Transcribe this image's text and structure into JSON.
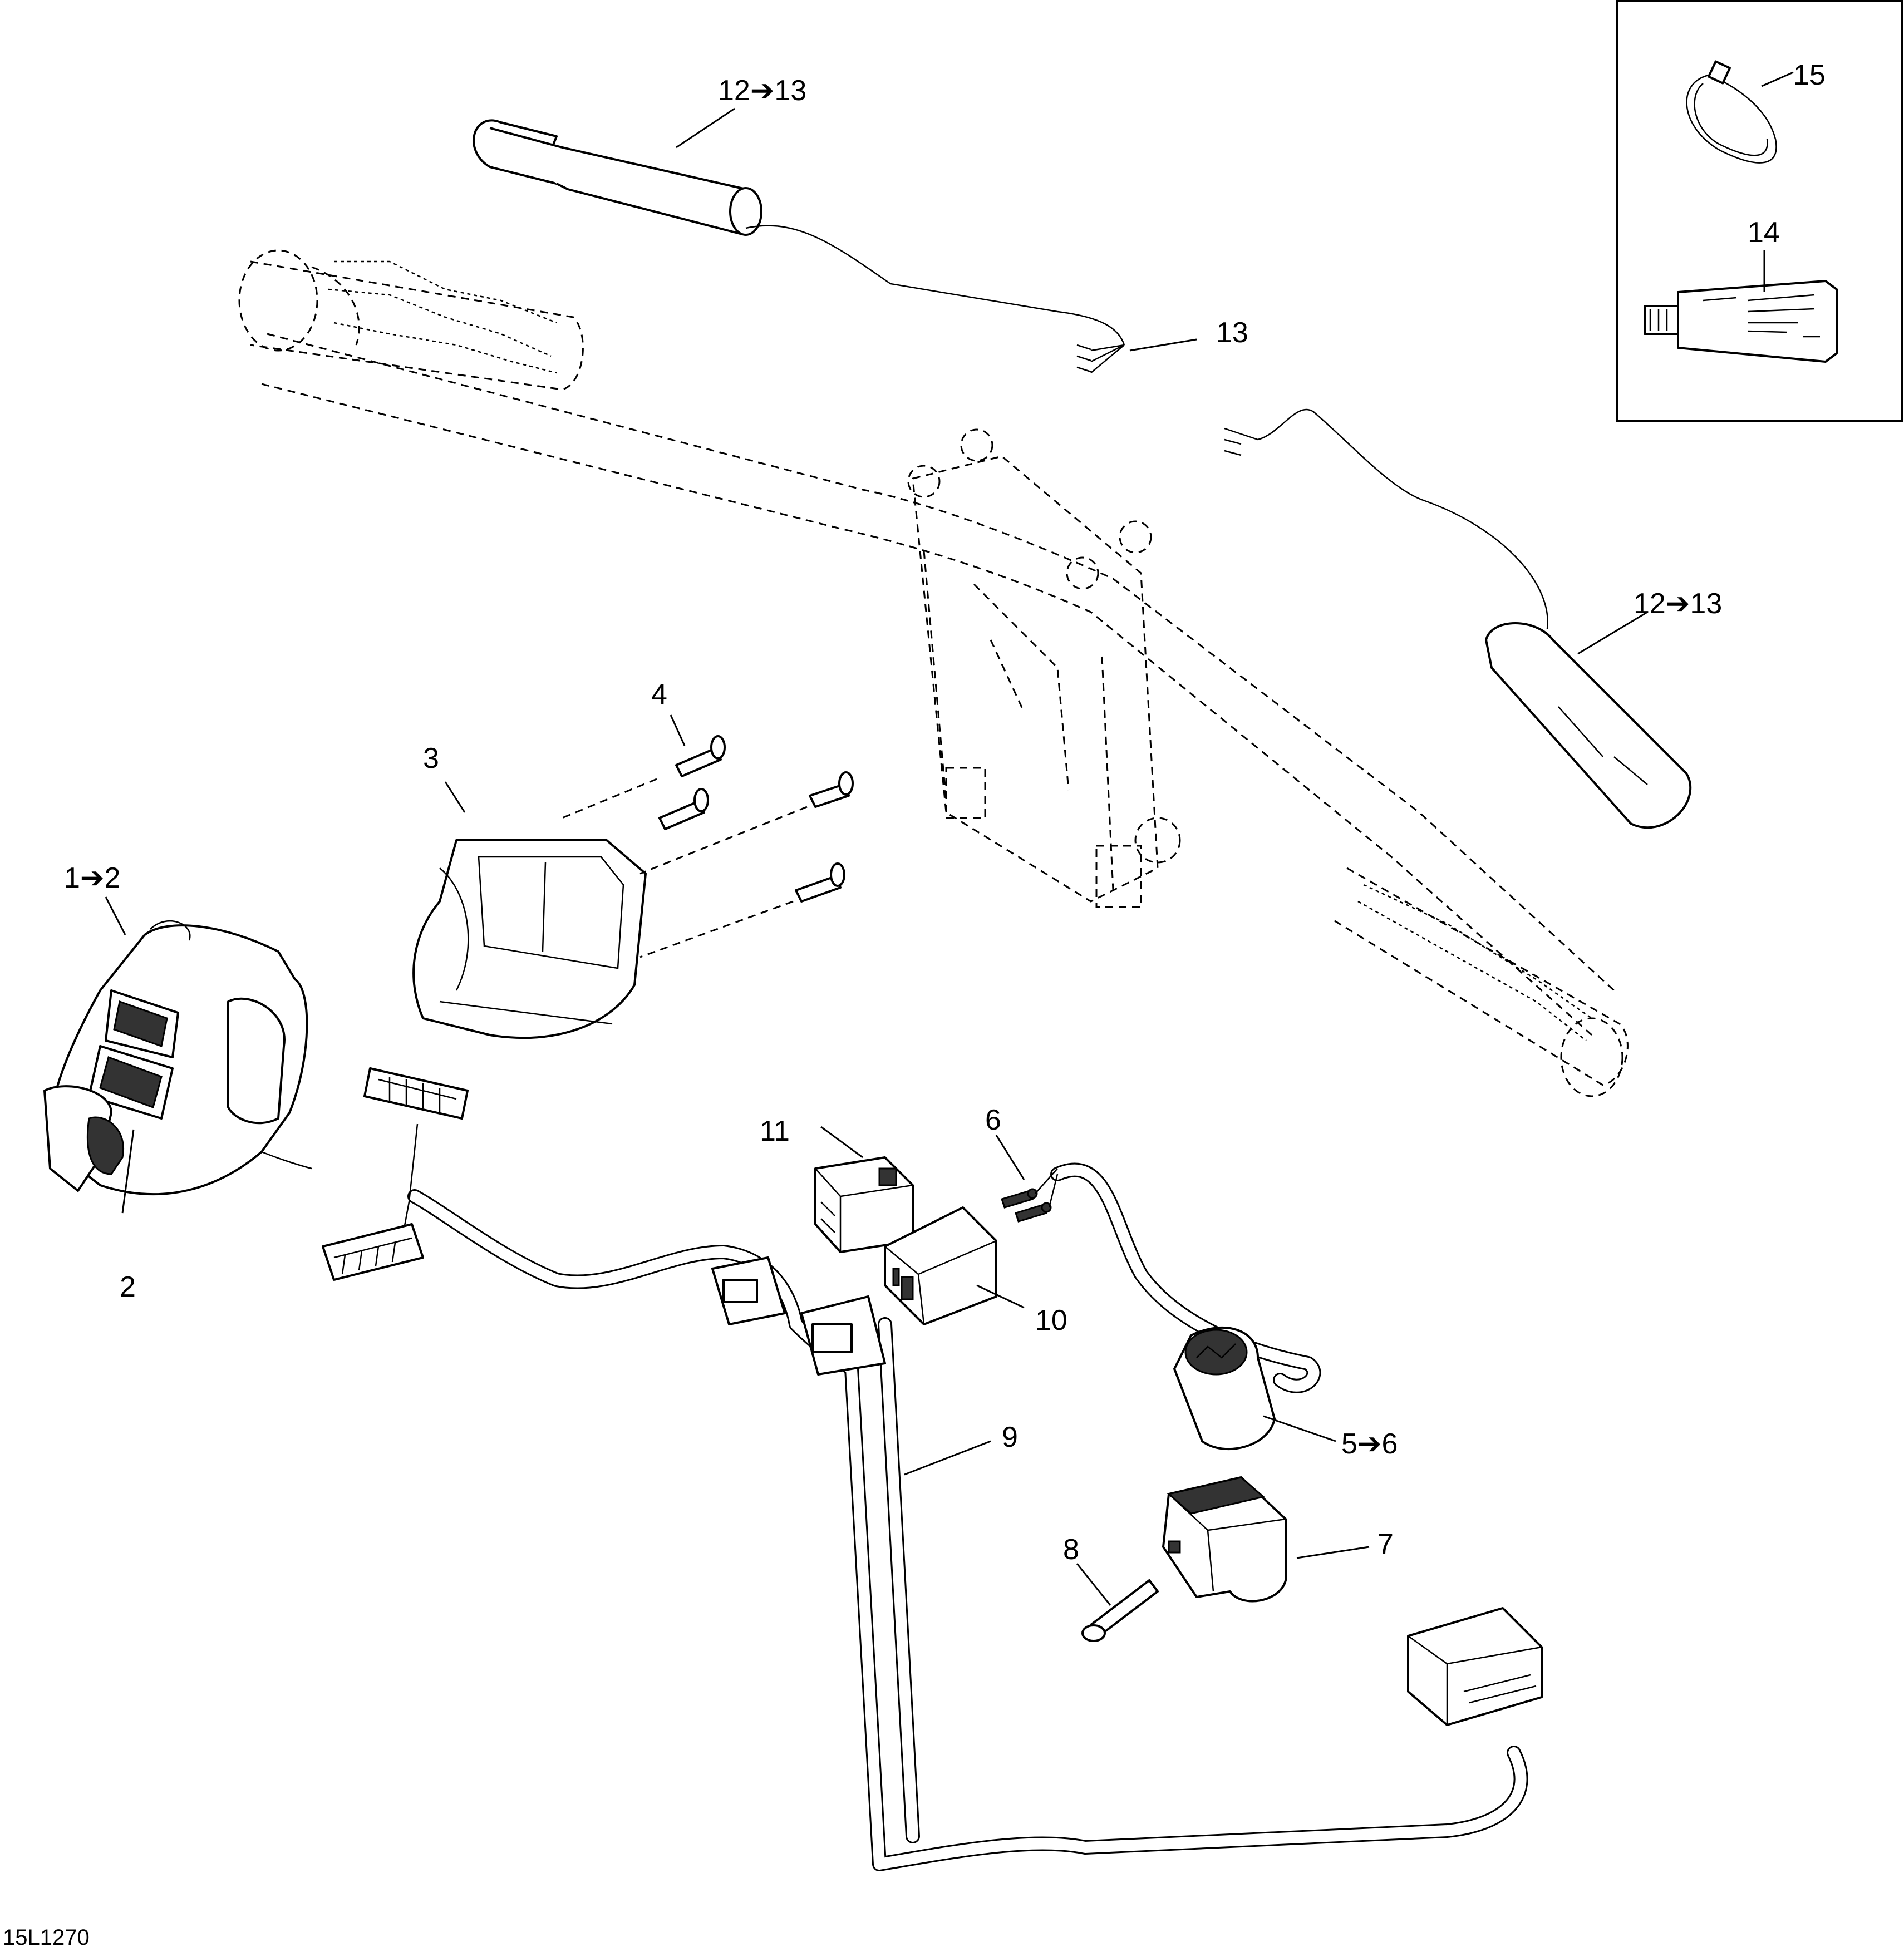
{
  "drawing_code": "15L1270",
  "callouts": {
    "c_12_13_top": "12➔13",
    "c_13": "13",
    "c_12_13_right": "12➔13",
    "c_15": "15",
    "c_14": "14",
    "c_4": "4",
    "c_3": "3",
    "c_1_2": "1➔2",
    "c_2": "2",
    "c_11": "11",
    "c_6": "6",
    "c_10": "10",
    "c_9": "9",
    "c_5_6": "5➔6",
    "c_8": "8",
    "c_7": "7"
  },
  "icons": {
    "arrow": "right-arrow",
    "handlebar": "handlebar-assembly",
    "switch": "handlebar-switch-housing",
    "tube": "grease-tube",
    "tie": "cable-tie"
  }
}
